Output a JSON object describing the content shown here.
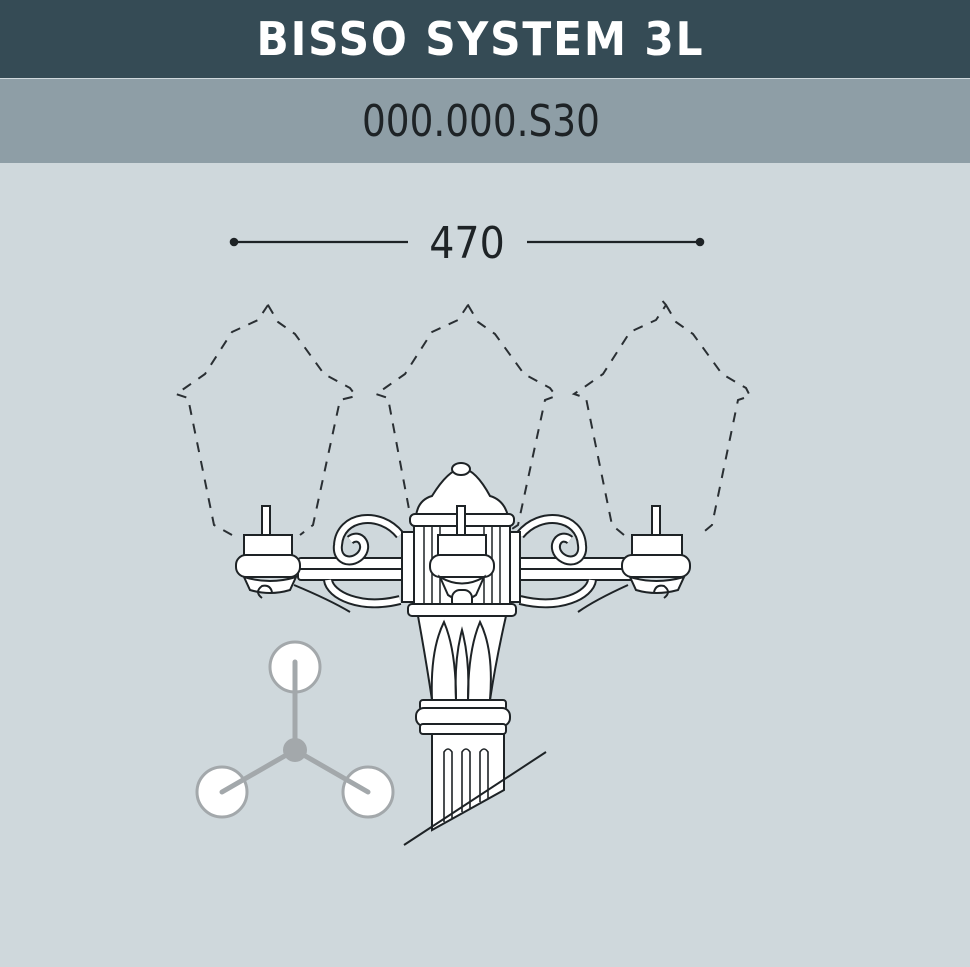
{
  "header": {
    "title": "BISSO SYSTEM 3L",
    "code": "000.000.S30"
  },
  "dimension": {
    "width_label": "470",
    "unit_implied": ""
  },
  "drawing": {
    "subject": "three-light lamp post crown with dashed lantern outlines",
    "lanterns": 3,
    "plan_icon": "three-arm top view with 3 circles"
  },
  "colors": {
    "title_band": "#354b55",
    "code_band": "#8e9ea6",
    "background": "#cfd8dc",
    "line": "#1e2326",
    "plan_icon_gray": "#a3a8ab"
  }
}
